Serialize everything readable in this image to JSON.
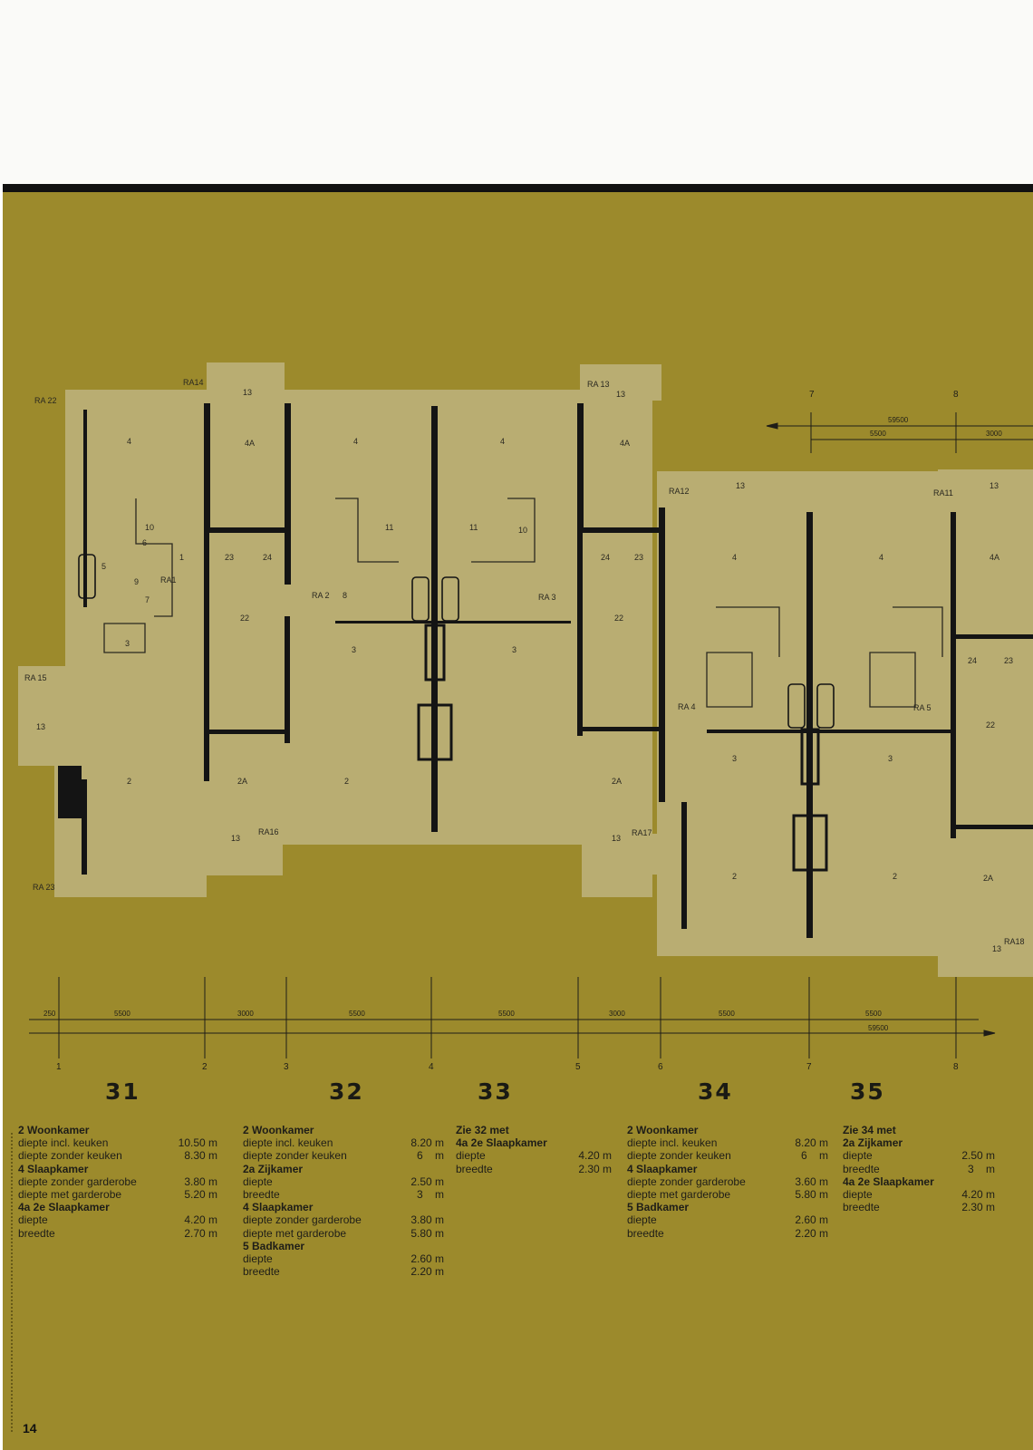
{
  "page_number": "14",
  "plan_labels": {
    "ra": [
      "RA 22",
      "RA14",
      "RA 13",
      "RA12",
      "RA11",
      "RA1",
      "RA 2",
      "RA 3",
      "RA 15",
      "RA 4",
      "RA 5",
      "RA16",
      "RA17",
      "RA18",
      "RA 23"
    ],
    "rooms": [
      "4",
      "4A",
      "4",
      "4",
      "4A",
      "13",
      "13",
      "13",
      "13",
      "1",
      "10",
      "11",
      "11",
      "10",
      "6",
      "9",
      "7",
      "5",
      "8",
      "23",
      "24",
      "22",
      "3",
      "2",
      "2A",
      "13"
    ]
  },
  "dimensions": {
    "top": {
      "axis": [
        "7",
        "8"
      ],
      "total": "59500",
      "segments": [
        "5500",
        "3000"
      ]
    },
    "bottom": {
      "segments": [
        "250",
        "5500",
        "3000",
        "5500",
        "5500",
        "3000",
        "5500",
        "5500"
      ],
      "total": "59500",
      "axes": [
        "1",
        "2",
        "3",
        "4",
        "5",
        "6",
        "7",
        "8"
      ]
    }
  },
  "units": [
    {
      "num": "31",
      "lines": [
        {
          "t": "h",
          "text": "2 Woonkamer"
        },
        {
          "t": "r",
          "label": "diepte incl. keuken",
          "value": "10.50 m"
        },
        {
          "t": "r",
          "label": "diepte zonder keuken",
          "value": "8.30 m"
        },
        {
          "t": "h",
          "text": "4 Slaapkamer"
        },
        {
          "t": "r",
          "label": "diepte zonder garderobe",
          "value": "3.80 m"
        },
        {
          "t": "r",
          "label": "diepte met garderobe",
          "value": "5.20 m"
        },
        {
          "t": "h",
          "text": "4a 2e Slaapkamer"
        },
        {
          "t": "r",
          "label": "diepte",
          "value": "4.20 m"
        },
        {
          "t": "r",
          "label": "breedte",
          "value": "2.70 m"
        }
      ]
    },
    {
      "num": "32",
      "lines": [
        {
          "t": "h",
          "text": "2 Woonkamer"
        },
        {
          "t": "r",
          "label": "diepte incl. keuken",
          "value": "8.20 m"
        },
        {
          "t": "r",
          "label": "diepte zonder keuken",
          "value": "6    m"
        },
        {
          "t": "h",
          "text": "2a Zijkamer"
        },
        {
          "t": "r",
          "label": "diepte",
          "value": "2.50 m"
        },
        {
          "t": "r",
          "label": "breedte",
          "value": "3    m"
        },
        {
          "t": "h",
          "text": "4 Slaapkamer"
        },
        {
          "t": "r",
          "label": "diepte zonder garderobe",
          "value": "3.80 m"
        },
        {
          "t": "r",
          "label": "diepte met garderobe",
          "value": "5.80 m"
        },
        {
          "t": "h",
          "text": "5 Badkamer"
        },
        {
          "t": "r",
          "label": "diepte",
          "value": "2.60 m"
        },
        {
          "t": "r",
          "label": "breedte",
          "value": "2.20 m"
        }
      ]
    },
    {
      "num": "33",
      "lines": [
        {
          "t": "h",
          "text": "Zie 32 met"
        },
        {
          "t": "h",
          "text": "4a 2e Slaapkamer"
        },
        {
          "t": "r",
          "label": "diepte",
          "value": "4.20 m"
        },
        {
          "t": "r",
          "label": "breedte",
          "value": "2.30 m"
        }
      ]
    },
    {
      "num": "34",
      "lines": [
        {
          "t": "h",
          "text": "2 Woonkamer"
        },
        {
          "t": "r",
          "label": "diepte incl. keuken",
          "value": "8.20 m"
        },
        {
          "t": "r",
          "label": "diepte zonder keuken",
          "value": "6    m"
        },
        {
          "t": "h",
          "text": "4 Slaapkamer"
        },
        {
          "t": "r",
          "label": "diepte zonder garderobe",
          "value": "3.60 m"
        },
        {
          "t": "r",
          "label": "diepte met garderobe",
          "value": "5.80 m"
        },
        {
          "t": "h",
          "text": "5 Badkamer"
        },
        {
          "t": "r",
          "label": "diepte",
          "value": "2.60 m"
        },
        {
          "t": "r",
          "label": "breedte",
          "value": "2.20 m"
        }
      ]
    },
    {
      "num": "35",
      "lines": [
        {
          "t": "h",
          "text": "Zie 34 met"
        },
        {
          "t": "h",
          "text": "2a Zijkamer"
        },
        {
          "t": "r",
          "label": "diepte",
          "value": "2.50 m"
        },
        {
          "t": "r",
          "label": "breedte",
          "value": "3    m"
        },
        {
          "t": "h",
          "text": "4a 2e Slaapkamer"
        },
        {
          "t": "r",
          "label": "diepte",
          "value": "4.20 m"
        },
        {
          "t": "r",
          "label": "breedte",
          "value": "2.30 m"
        }
      ]
    }
  ],
  "colors": {
    "olive": "#9c8a2c",
    "paper": "#b9ad72",
    "ink": "#141414"
  }
}
